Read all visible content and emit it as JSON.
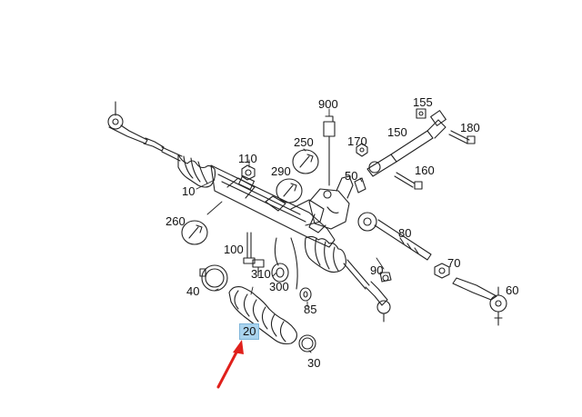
{
  "diagram": {
    "callouts": [
      {
        "id": "10",
        "text": "10"
      },
      {
        "id": "20",
        "text": "20",
        "highlighted": true
      },
      {
        "id": "30",
        "text": "30"
      },
      {
        "id": "40",
        "text": "40"
      },
      {
        "id": "50",
        "text": "50"
      },
      {
        "id": "60",
        "text": "60"
      },
      {
        "id": "70",
        "text": "70"
      },
      {
        "id": "80",
        "text": "80"
      },
      {
        "id": "85",
        "text": "85"
      },
      {
        "id": "90",
        "text": "90"
      },
      {
        "id": "100",
        "text": "100"
      },
      {
        "id": "110",
        "text": "110"
      },
      {
        "id": "150",
        "text": "150"
      },
      {
        "id": "155",
        "text": "155"
      },
      {
        "id": "160",
        "text": "160"
      },
      {
        "id": "170",
        "text": "170"
      },
      {
        "id": "180",
        "text": "180"
      },
      {
        "id": "250",
        "text": "250"
      },
      {
        "id": "260",
        "text": "260"
      },
      {
        "id": "290",
        "text": "290"
      },
      {
        "id": "300",
        "text": "300"
      },
      {
        "id": "310",
        "text": "310"
      },
      {
        "id": "900",
        "text": "900"
      }
    ],
    "highlight_color": "#a9d3ee",
    "pointer_arrow_color": "#e0201b",
    "line_color": "#222222"
  }
}
